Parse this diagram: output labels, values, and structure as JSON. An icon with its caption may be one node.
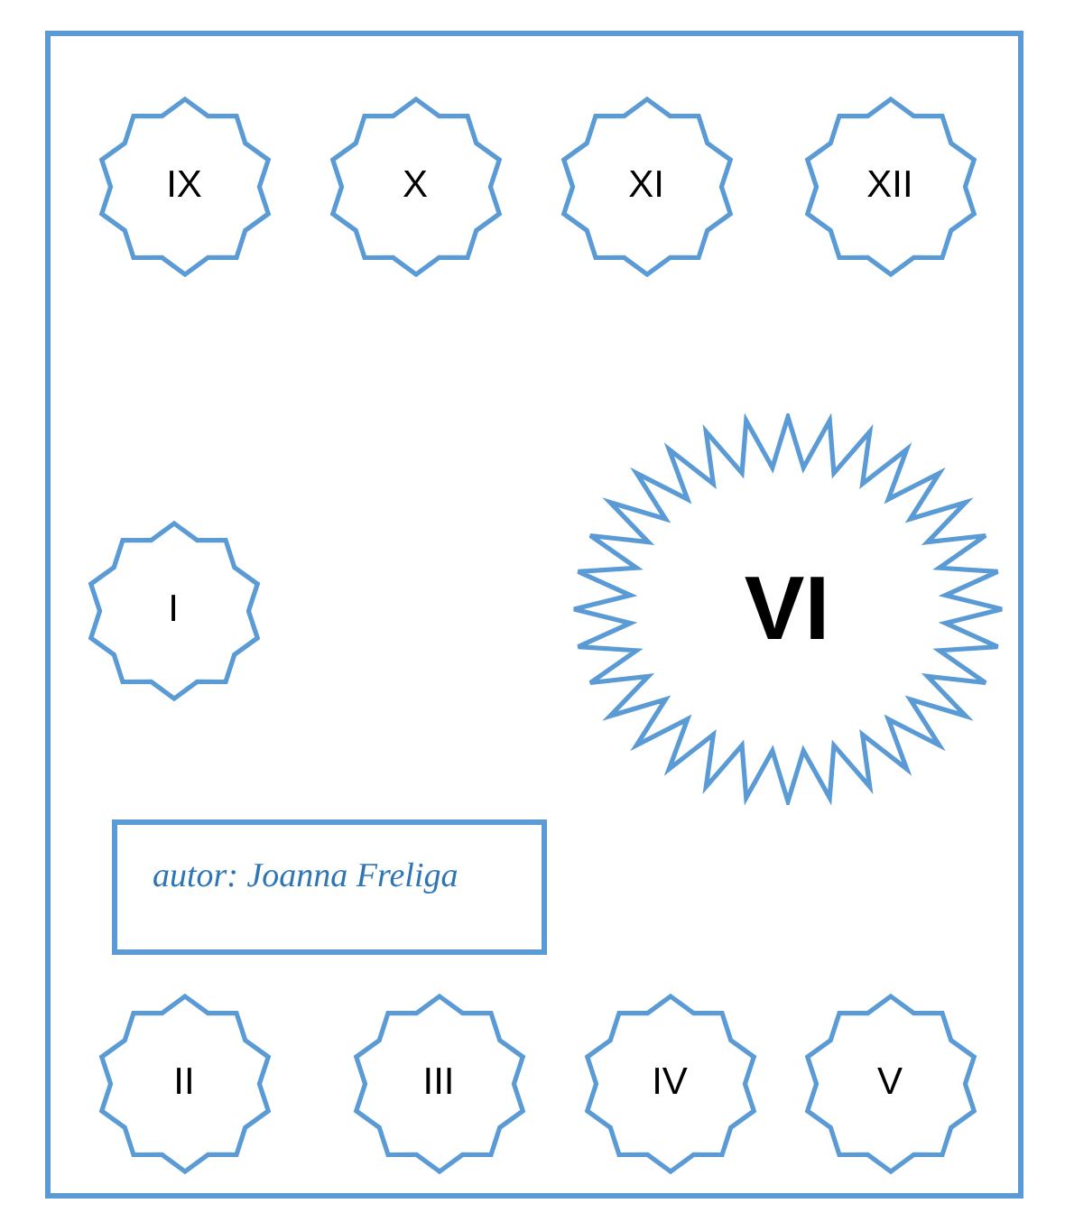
{
  "diagram": {
    "nodes": [
      {
        "text": [
          "IX"
        ]
      },
      {
        "text": [
          "X"
        ]
      },
      {
        "text": [
          "XI"
        ]
      },
      {
        "text": [
          "XII"
        ]
      },
      {
        "text": [
          "I"
        ]
      },
      {
        "text": [
          "VI"
        ]
      },
      {
        "text": [
          "autor: Joanna Freliga"
        ]
      },
      {
        "text": [
          "II"
        ]
      },
      {
        "text": [
          "III"
        ]
      },
      {
        "text": [
          "IV"
        ]
      },
      {
        "text": [
          "V"
        ]
      }
    ]
  }
}
